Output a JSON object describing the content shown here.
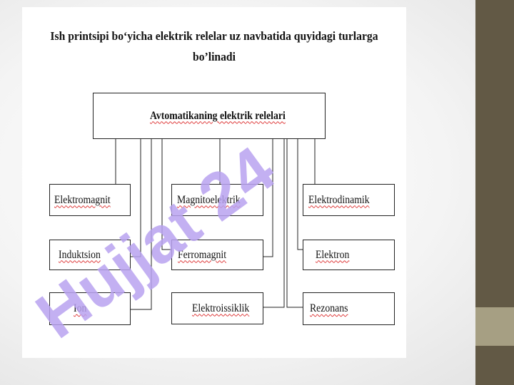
{
  "slide": {
    "title": "Ish printsipi bo‘yicha elektrik relelar uz navbatida quyidagi turlarga bo’linadi"
  },
  "diagram": {
    "root": "Avtomatikaning elektrik relelari",
    "left_column": [
      "Elektromagnit",
      "Induktsion",
      "Ion"
    ],
    "center_column": [
      "Magnitoelektrik",
      "Ferromagnit",
      "Elektroissiklik"
    ],
    "right_column": [
      "Elektrodinamik",
      "Elektron",
      "Rezonans"
    ]
  },
  "watermark": {
    "text": "Hujjat 24",
    "color": "#b9a2f0"
  },
  "theme": {
    "sidebar_color": "#625945",
    "sidebar_accent": "#a69f83"
  }
}
